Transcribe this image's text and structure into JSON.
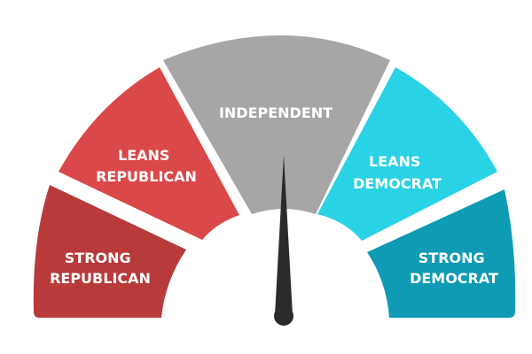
{
  "gauge": {
    "segments": [
      {
        "id": "strong-republican",
        "lines": [
          "STRONG",
          "REPUBLICAN"
        ],
        "color": "#b83a3a"
      },
      {
        "id": "leans-republican",
        "lines": [
          "LEANS",
          "REPUBLICAN"
        ],
        "color": "#db4849"
      },
      {
        "id": "independent",
        "lines": [
          "INDEPENDENT"
        ],
        "color": "#a6a6a6"
      },
      {
        "id": "leans-democrat",
        "lines": [
          "LEANS",
          "DEMOCRAT"
        ],
        "color": "#29d2e4"
      },
      {
        "id": "strong-democrat",
        "lines": [
          "STRONG",
          "DEMOCRAT"
        ],
        "color": "#0f9bb4"
      }
    ],
    "needle": {
      "color": "#2b2b2b",
      "points_to": "independent"
    }
  }
}
